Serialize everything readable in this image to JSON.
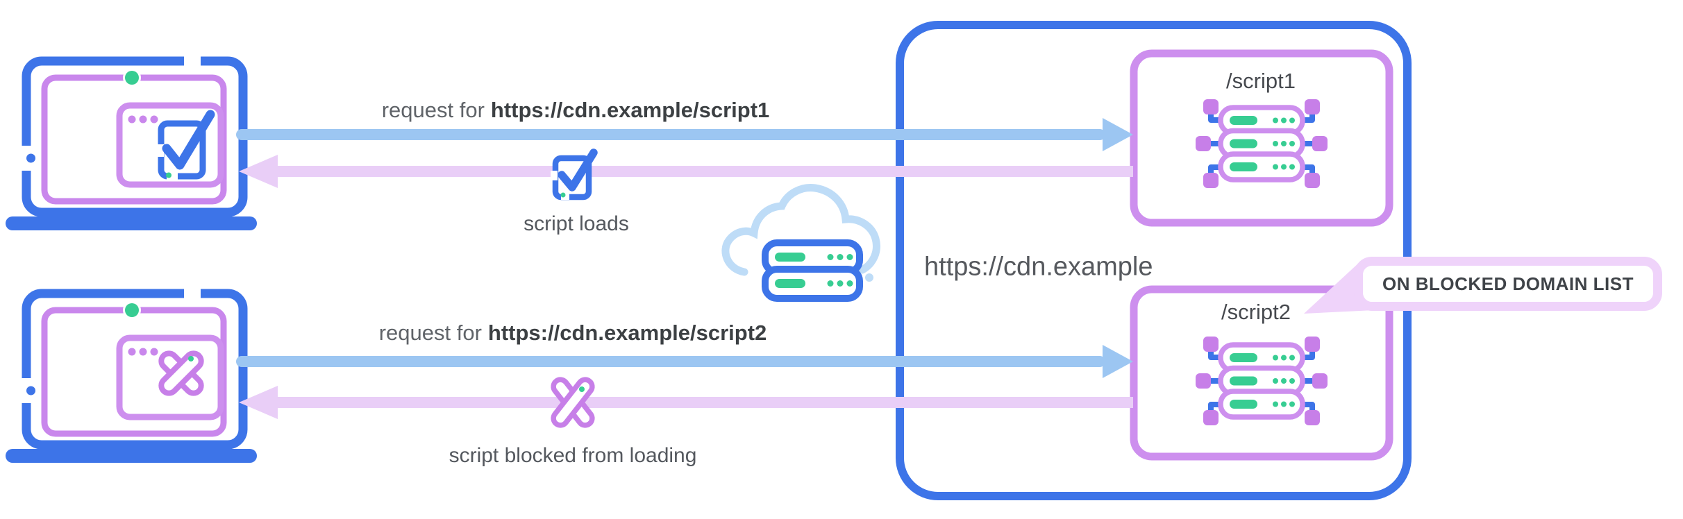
{
  "diagram": {
    "flows": [
      {
        "client_icon": "laptop-with-check",
        "request_prefix": "request for",
        "request_url": "https://cdn.example/script1",
        "result_icon": "checkbox-icon",
        "result_label": "script loads"
      },
      {
        "client_icon": "laptop-with-cross",
        "request_prefix": "request for",
        "request_url": "https://cdn.example/script2",
        "result_icon": "cross-icon",
        "result_label": "script blocked from loading"
      }
    ],
    "network_icon": "cloud-server",
    "cdn": {
      "host_label": "https://cdn.example",
      "endpoints": [
        {
          "path_label": "/script1",
          "icon": "server-rack"
        },
        {
          "path_label": "/script2",
          "icon": "server-rack",
          "callout": "ON BLOCKED DOMAIN LIST"
        }
      ]
    }
  },
  "colors": {
    "primary_blue": "#3D74E8",
    "request_arrow_blue": "#9CC6F2",
    "response_arrow_lavender": "#E9CEF7",
    "purple": "#C987EC",
    "box_purple": "#CD8FEE",
    "callout_lavender": "#EFD3FA",
    "green": "#37CD92",
    "text_gray": "#5F6368",
    "text_dark": "#3C4043"
  }
}
